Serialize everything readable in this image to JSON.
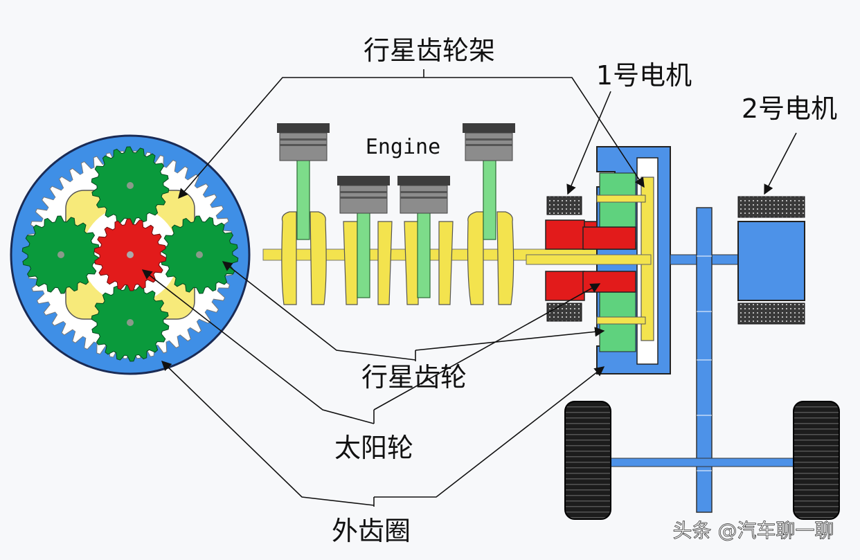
{
  "labels": {
    "carrier": "行星齿轮架",
    "motor1": "1号电机",
    "motor2": "2号电机",
    "engine": "Engine",
    "planet_gear": "行星齿轮",
    "sun_gear": "太阳轮",
    "ring_gear": "外齿圈"
  },
  "watermark": "头条 @汽车聊一聊",
  "colors": {
    "background": "#f7f8fa",
    "ring_blue": "#3f8fe6",
    "gear_green": "#0a9a3c",
    "sun_red": "#e21b1b",
    "carrier_yellow": "#f7ea7a",
    "shaft_yellow": "#f3e34e",
    "motor_green": "#5fd27e",
    "motor_blue": "#4d92e8",
    "piston_gray": "#8c8c8c",
    "rod_green": "#7ddc8a"
  },
  "icons": [
    "gear-icon",
    "piston-icon",
    "wheel-icon",
    "arrow-icon"
  ]
}
